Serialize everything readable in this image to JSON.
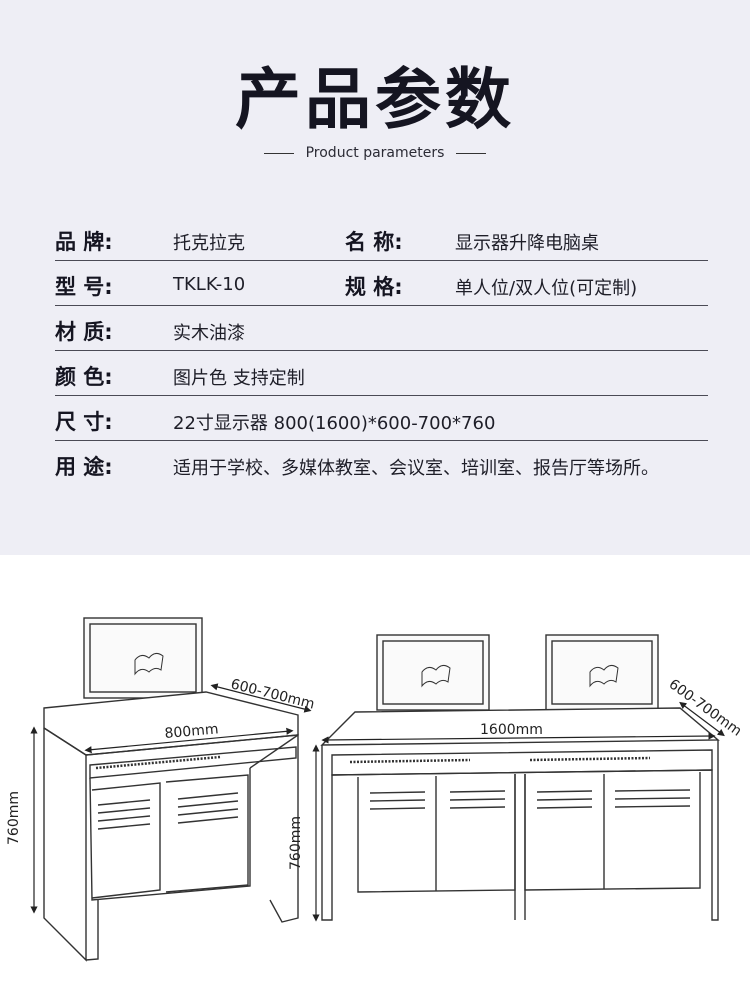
{
  "header": {
    "title": "产品参数",
    "subtitle": "Product parameters"
  },
  "specs": [
    {
      "label": "品  牌:",
      "value": "托克拉克",
      "label2": "名  称:",
      "value2": "显示器升降电脑桌"
    },
    {
      "label": "型  号:",
      "value": "TKLK-10",
      "label2": "规  格:",
      "value2": "单人位/双人位(可定制)"
    },
    {
      "label": "材  质:",
      "value": "实木油漆"
    },
    {
      "label": "颜  色:",
      "value": "图片色 支持定制"
    },
    {
      "label": "尺  寸:",
      "value": "22寸显示器   800(1600)*600-700*760"
    },
    {
      "label": "用  途:",
      "value": "适用于学校、多媒体教室、会议室、培训室、报告厅等场所。"
    }
  ],
  "dimensions": {
    "single_width": "800mm",
    "single_depth": "600-700mm",
    "single_height": "760mm",
    "double_width": "1600mm",
    "double_depth": "600-700mm",
    "double_height": "760mm"
  }
}
